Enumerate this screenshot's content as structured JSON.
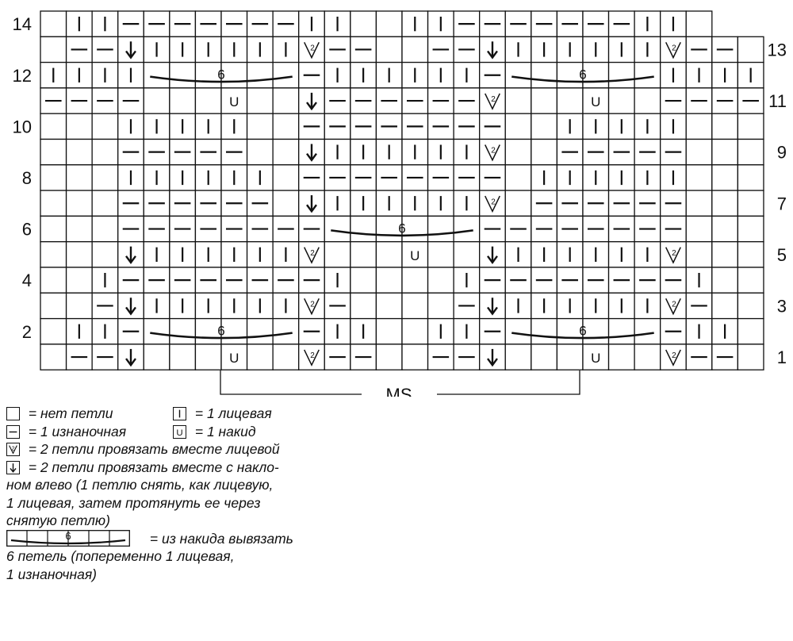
{
  "chart": {
    "row_numbers_left": [
      "14",
      "12",
      "10",
      "8",
      "6",
      "4",
      "2"
    ],
    "row_numbers_right": [
      "13",
      "11",
      "9",
      "7",
      "5",
      "3",
      "1"
    ],
    "ms_label": "MS",
    "arc_label": "6",
    "yo_glyph": "U",
    "rows_top_to_bottom": [
      ". | | - - - - - - - | | . . | | - - - - - - - | | .",
      ". - - v | | | | | | K - - . . - - v | | | | | | K - - .",
      "| | | | A A A A A A - | | | | | | - A A A A A A | | | |",
      "- - - - . . . o . . v - - - - - - K . . . o . . - - - -",
      ". . . | | | | | . . - - - - - - - - . . | | | | | . . .",
      ". . . - - - - - . . v | | | | | | K . . - - - - - . . .",
      ". . . | | | | | | . - - - - - - - - . | | | | | | . . .",
      ". . . - - - - - - . v | | | | | | K . - - - - - - . . .",
      ". . . - - - - - - - - A A A A A A - - - - - - - - . . .",
      ". . . v | | | | | | K . . . o . . v | | | | | | K . . .",
      ". . | - - - - - - - - | . . . . | - - - - - - - - | . .",
      ". . - v | | | | | | K - . . . . - v | | | | | | K - . .",
      ". | | - A A A A A A - | | . . | | - A A A A A A - | | .",
      ". - - v . . . o . . K - - . . - - v . . . o . . K - - ."
    ]
  },
  "legend": {
    "empty": "= нет петли",
    "knit": "= 1 лицевая",
    "purl": "= 1 изнаночная",
    "yo": "= 1 накид",
    "k2tog": "= 2 петли провязать вместе лицевой",
    "ssk_line1": "= 2 петли провязать вместе с накло-",
    "ssk_line2": "ном влево (1 петлю снять, как лицевую,",
    "ssk_line3": "1 лицевая, затем протянуть ее через",
    "ssk_line4": "снятую петлю)",
    "arc_line1": "= из накида вывязать",
    "arc_line2": "6 петель (попеременно 1 лицевая,",
    "arc_line3": "1 изнаночная)",
    "arc_label": "6",
    "yo_glyph": "U",
    "k2tog_glyph": "2"
  }
}
